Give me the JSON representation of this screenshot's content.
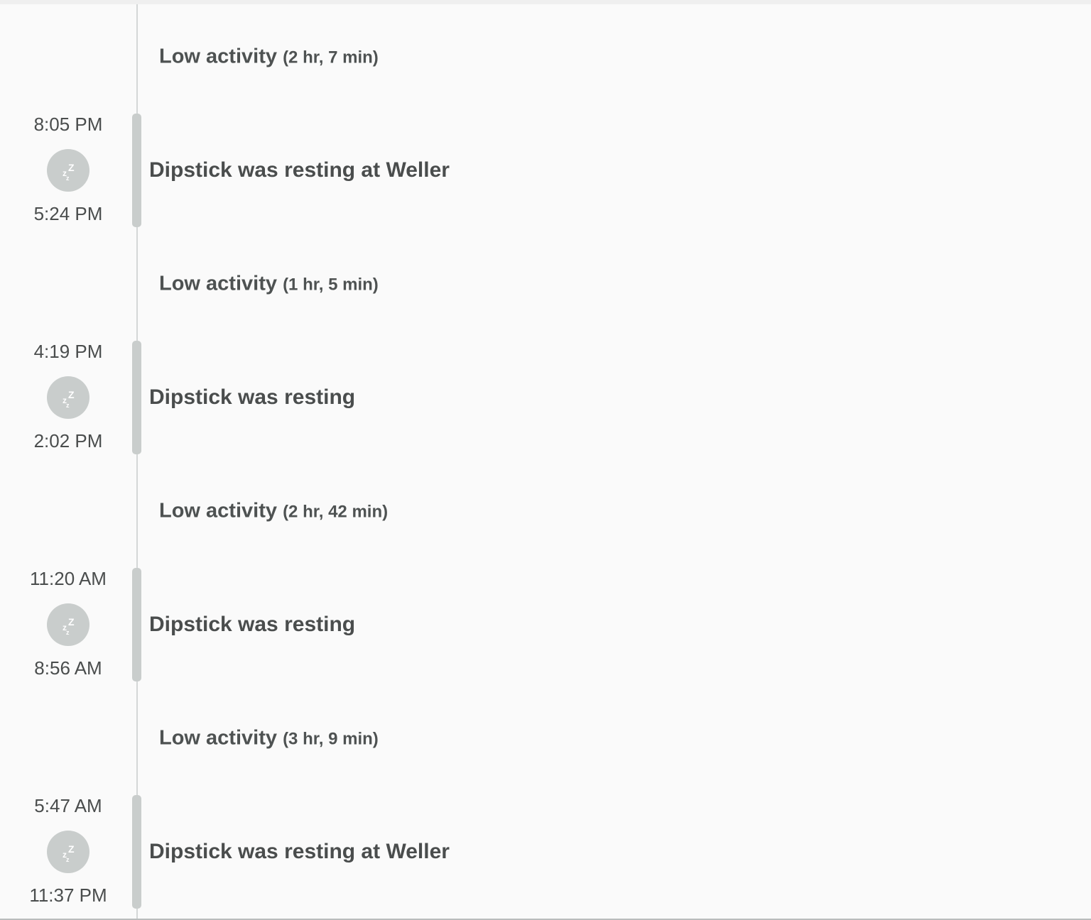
{
  "timeline": {
    "entries": [
      {
        "kind": "gap",
        "label": "Low activity",
        "duration": "(2 hr, 7 min)"
      },
      {
        "kind": "rest",
        "end_time": "8:05 PM",
        "start_time": "5:24 PM",
        "text": "Dipstick was resting at Weller",
        "icon": "sleep-icon"
      },
      {
        "kind": "gap",
        "label": "Low activity",
        "duration": "(1 hr, 5 min)"
      },
      {
        "kind": "rest",
        "end_time": "4:19 PM",
        "start_time": "2:02 PM",
        "text": "Dipstick was resting",
        "icon": "sleep-icon"
      },
      {
        "kind": "gap",
        "label": "Low activity",
        "duration": "(2 hr, 42 min)"
      },
      {
        "kind": "rest",
        "end_time": "11:20 AM",
        "start_time": "8:56 AM",
        "text": "Dipstick was resting",
        "icon": "sleep-icon"
      },
      {
        "kind": "gap",
        "label": "Low activity",
        "duration": "(3 hr, 9 min)"
      },
      {
        "kind": "rest",
        "end_time": "5:47 AM",
        "start_time": "11:37 PM",
        "text": "Dipstick was resting at Weller",
        "icon": "sleep-icon"
      }
    ]
  },
  "colors": {
    "background": "#fafafa",
    "timeline_bar": "#c9cdcc",
    "text": "#4a4d4d"
  }
}
